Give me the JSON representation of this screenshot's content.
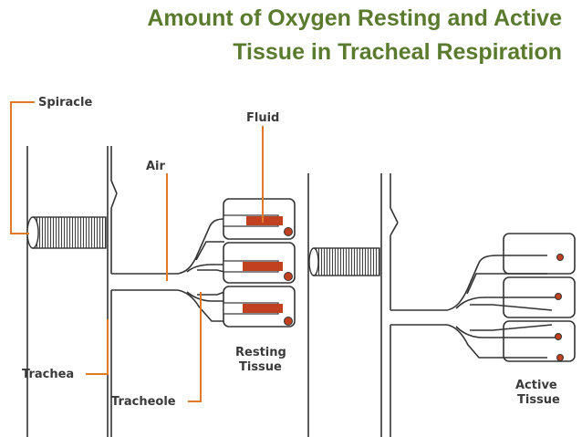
{
  "title": {
    "line1": "Amount of Oxygen Resting and Active",
    "line2": "Tissue in Tracheal Respiration"
  },
  "labels": {
    "spiracle": "Spiracle",
    "fluid": "Fluid",
    "air": "Air",
    "trachea": "Trachea",
    "tracheole": "Tracheole",
    "resting_line1": "Resting",
    "resting_line2": "Tissue",
    "active_line1": "Active",
    "active_line2": "Tissue"
  },
  "colors": {
    "title": "#5a7a2e",
    "leader": "#e07a26",
    "fluid": "#c0401f",
    "outline": "#333333"
  }
}
